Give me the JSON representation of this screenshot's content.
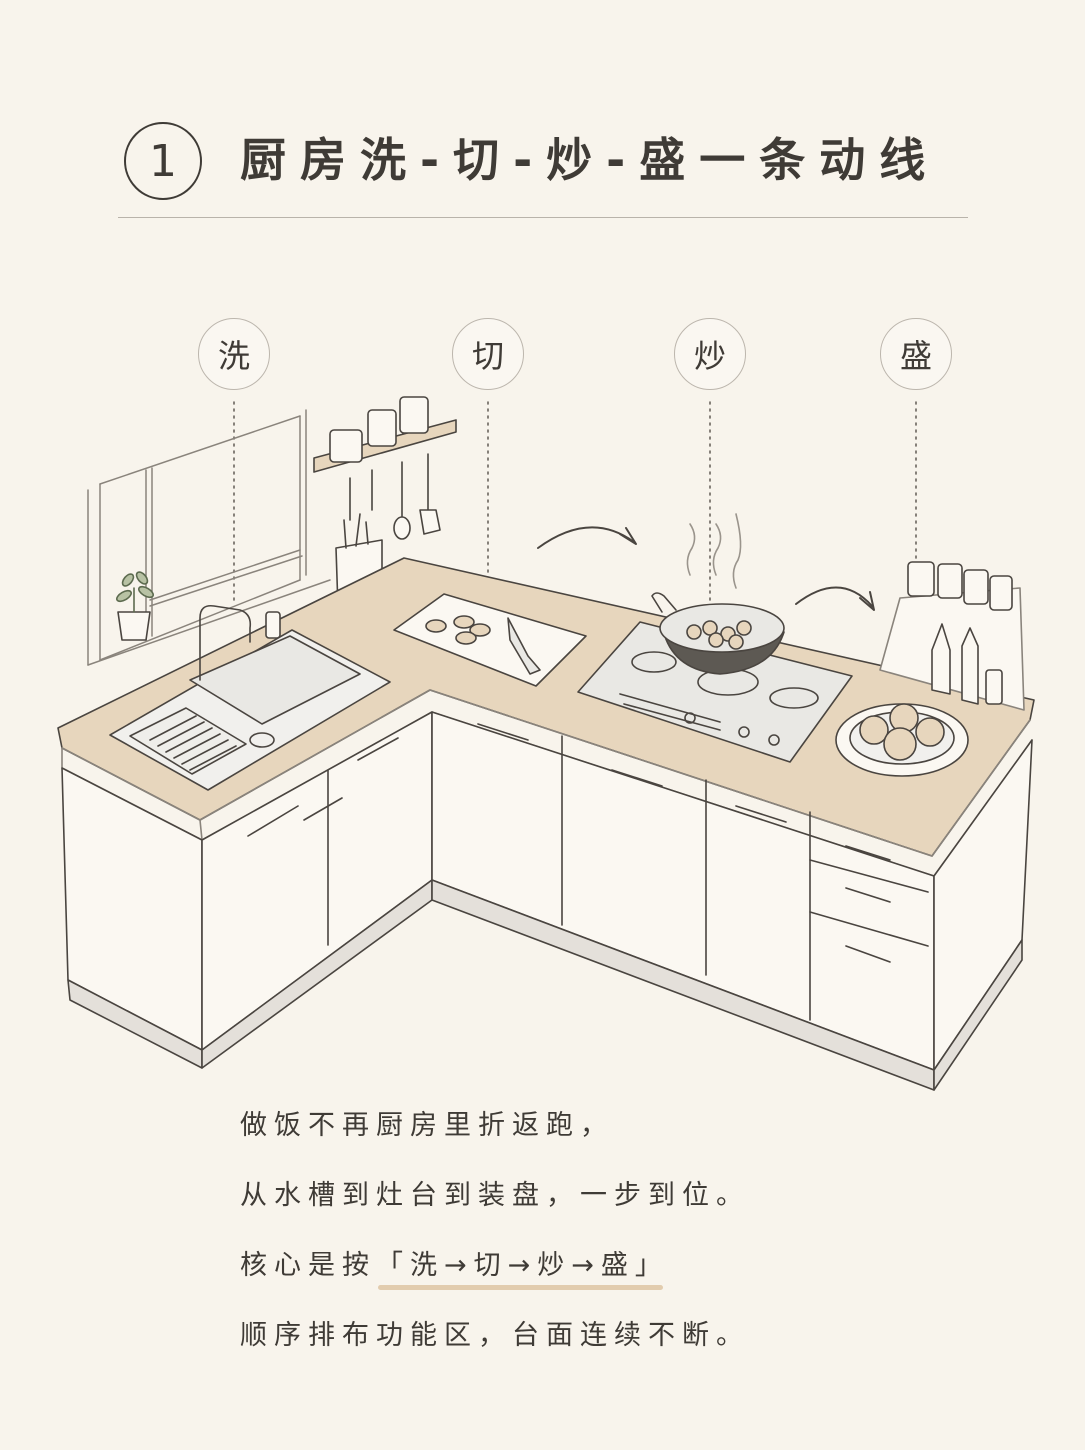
{
  "header": {
    "step_number": "1",
    "title": "厨房洗-切-炒-盛一条动线"
  },
  "steps": [
    {
      "label": "洗"
    },
    {
      "label": "切"
    },
    {
      "label": "炒"
    },
    {
      "label": "盛"
    }
  ],
  "body_text": {
    "line1": "做饭不再厨房里折返跑，",
    "line2": "从水槽到灶台到装盘，一步到位。",
    "line3_prefix": "核心是按",
    "line3_highlight": "「洗→切→炒→盛」",
    "line4": "顺序排布功能区，台面连续不断。"
  },
  "colors": {
    "background": "#f8f4ec",
    "countertop": "#e7d6bd",
    "line": "#4a4540",
    "accent": "#e2ccae"
  }
}
